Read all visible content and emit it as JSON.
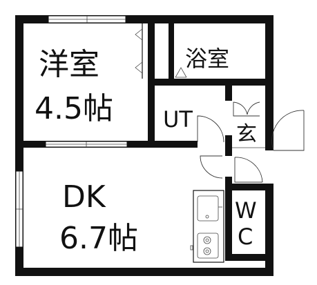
{
  "rooms": {
    "western": {
      "name": "洋室",
      "size": "4.5帖"
    },
    "bath": {
      "name": "浴室"
    },
    "utility": {
      "name": "UT"
    },
    "entrance": {
      "name": "玄"
    },
    "dk": {
      "name": "DK",
      "size": "6.7帖"
    },
    "wc": {
      "name_top": "W",
      "name_bottom": "C"
    }
  },
  "colors": {
    "wall": "#111111",
    "background": "#ffffff",
    "line": "#444444"
  }
}
